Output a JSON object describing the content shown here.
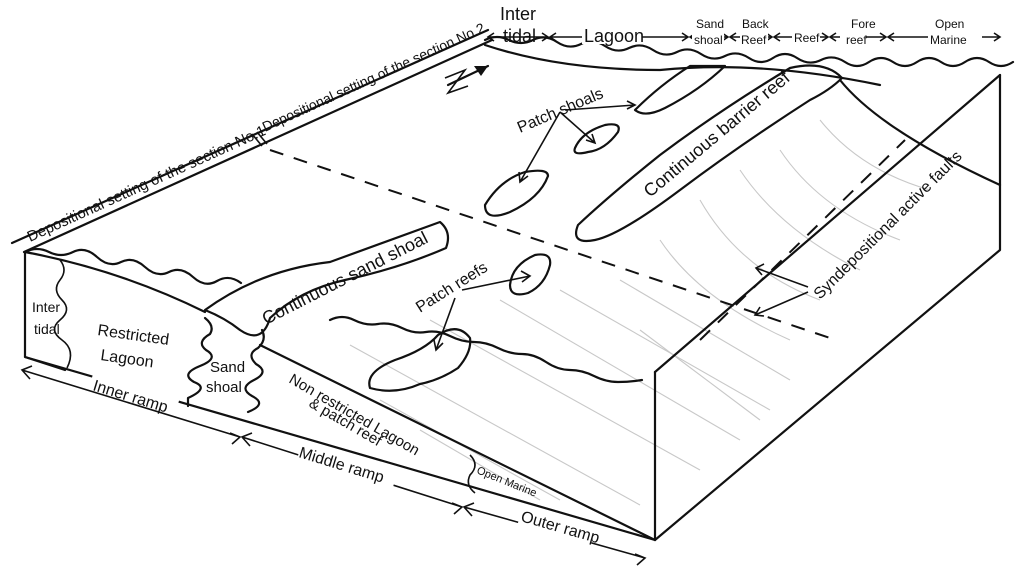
{
  "diagram": {
    "title": "Depositional model: carbonate ramp / rimmed platform block diagram",
    "section_bands": [
      {
        "id": "section-1",
        "label": "Depositional setting of the section No.1"
      },
      {
        "id": "section-2",
        "label": "Depositional setting of the section No.2"
      }
    ],
    "north_arrow": {
      "label": "N"
    },
    "top_zones": [
      {
        "id": "intertidal",
        "line1": "Inter",
        "line2": "tidal"
      },
      {
        "id": "lagoon",
        "line1": "",
        "line2": "Lagoon"
      },
      {
        "id": "sand-shoal",
        "line1": "Sand",
        "line2": "shoal"
      },
      {
        "id": "back-reef",
        "line1": "Back",
        "line2": "Reef"
      },
      {
        "id": "reef",
        "line1": "",
        "line2": "Reef"
      },
      {
        "id": "fore-reef",
        "line1": "Fore",
        "line2": "reef"
      },
      {
        "id": "open-marine",
        "line1": "Open",
        "line2": "Marine"
      }
    ],
    "features": {
      "patch_shoals": "Patch shoals",
      "continuous_barrier_reef": "Continuous barrier reef",
      "continuous_sand_shoal": "Continuous sand shoal",
      "patch_reefs": "Patch reefs",
      "syndepositional_faults": "Syndepositional active faults"
    },
    "front_face": {
      "intertidal_1": "Inter",
      "intertidal_2": "tidal",
      "restricted_1": "Restricted",
      "restricted_2": "Lagoon",
      "sand_shoal_1": "Sand",
      "sand_shoal_2": "shoal",
      "nonrestricted_1": "Non restricted Lagoon",
      "nonrestricted_2": "& patch reef",
      "open_marine": "Open Marine"
    },
    "ramp_zones": [
      {
        "id": "inner-ramp",
        "label": "Inner ramp"
      },
      {
        "id": "middle-ramp",
        "label": "Middle ramp"
      },
      {
        "id": "outer-ramp",
        "label": "Outer ramp"
      }
    ],
    "colors": {
      "ink": "#111111",
      "background": "#ffffff",
      "contour": "#c8c8c8"
    }
  }
}
